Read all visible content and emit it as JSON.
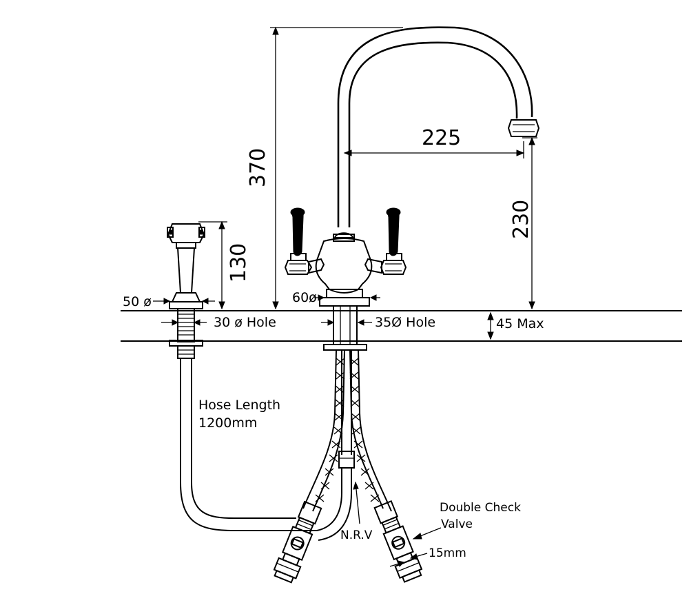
{
  "labels": {
    "spout_height": "370",
    "spout_reach": "225",
    "spout_clearance": "230",
    "spray_height": "130",
    "spray_base_diameter": "50 ø",
    "spray_hole": "30 ø Hole",
    "tap_base_diameter": "60ø",
    "tap_hole": "35Ø Hole",
    "deck_thickness": "45 Max",
    "hose_length_line1": "Hose Length",
    "hose_length_line2": "1200mm",
    "nrv": "N.R.V",
    "double_check_line1": "Double Check",
    "double_check_line2": "Valve",
    "pipe_size": "15mm"
  }
}
